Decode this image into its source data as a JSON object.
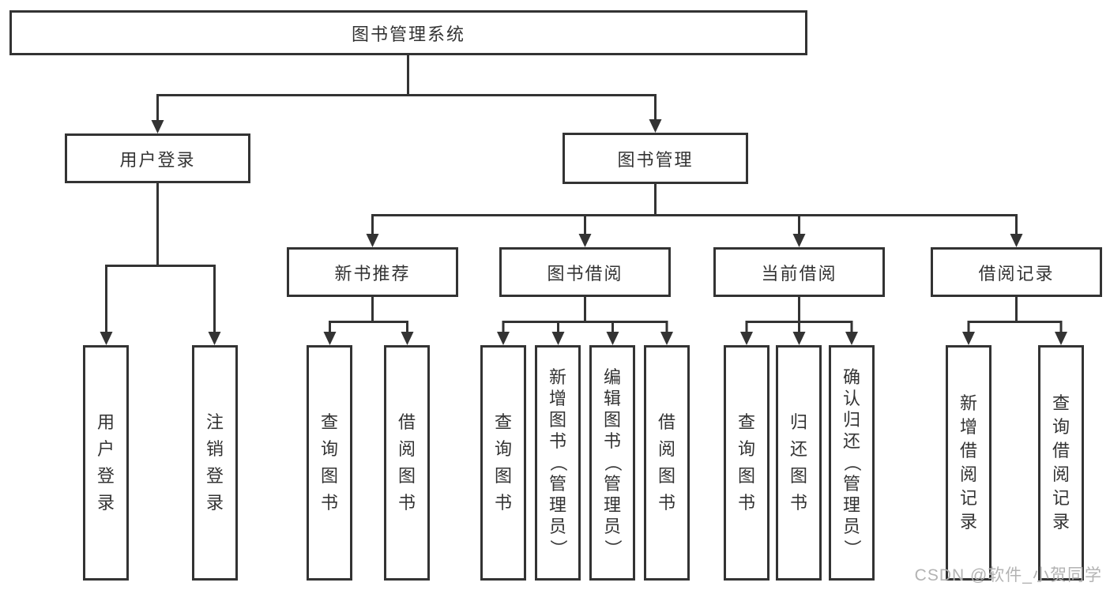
{
  "colors": {
    "line": "#333333",
    "background": "#ffffff",
    "watermark_color": "#b3b3b3"
  },
  "watermark": {
    "text": "CSDN @软件_小贺同学"
  },
  "tree": {
    "root": "图书管理系统",
    "branches": [
      {
        "label": "用户登录",
        "children": [
          "用户登录",
          "注销登录"
        ]
      },
      {
        "label": "图书管理",
        "sections": [
          {
            "label": "新书推荐",
            "children": [
              "查询图书",
              "借阅图书"
            ]
          },
          {
            "label": "图书借阅",
            "children": [
              "查询图书",
              "新增图书（管理员）",
              "编辑图书（管理员）",
              "借阅图书"
            ]
          },
          {
            "label": "当前借阅",
            "children": [
              "查询图书",
              "归还图书",
              "确认归还（管理员）"
            ]
          },
          {
            "label": "借阅记录",
            "children": [
              "新增借阅记录",
              "查询借阅记录"
            ]
          }
        ]
      }
    ]
  }
}
